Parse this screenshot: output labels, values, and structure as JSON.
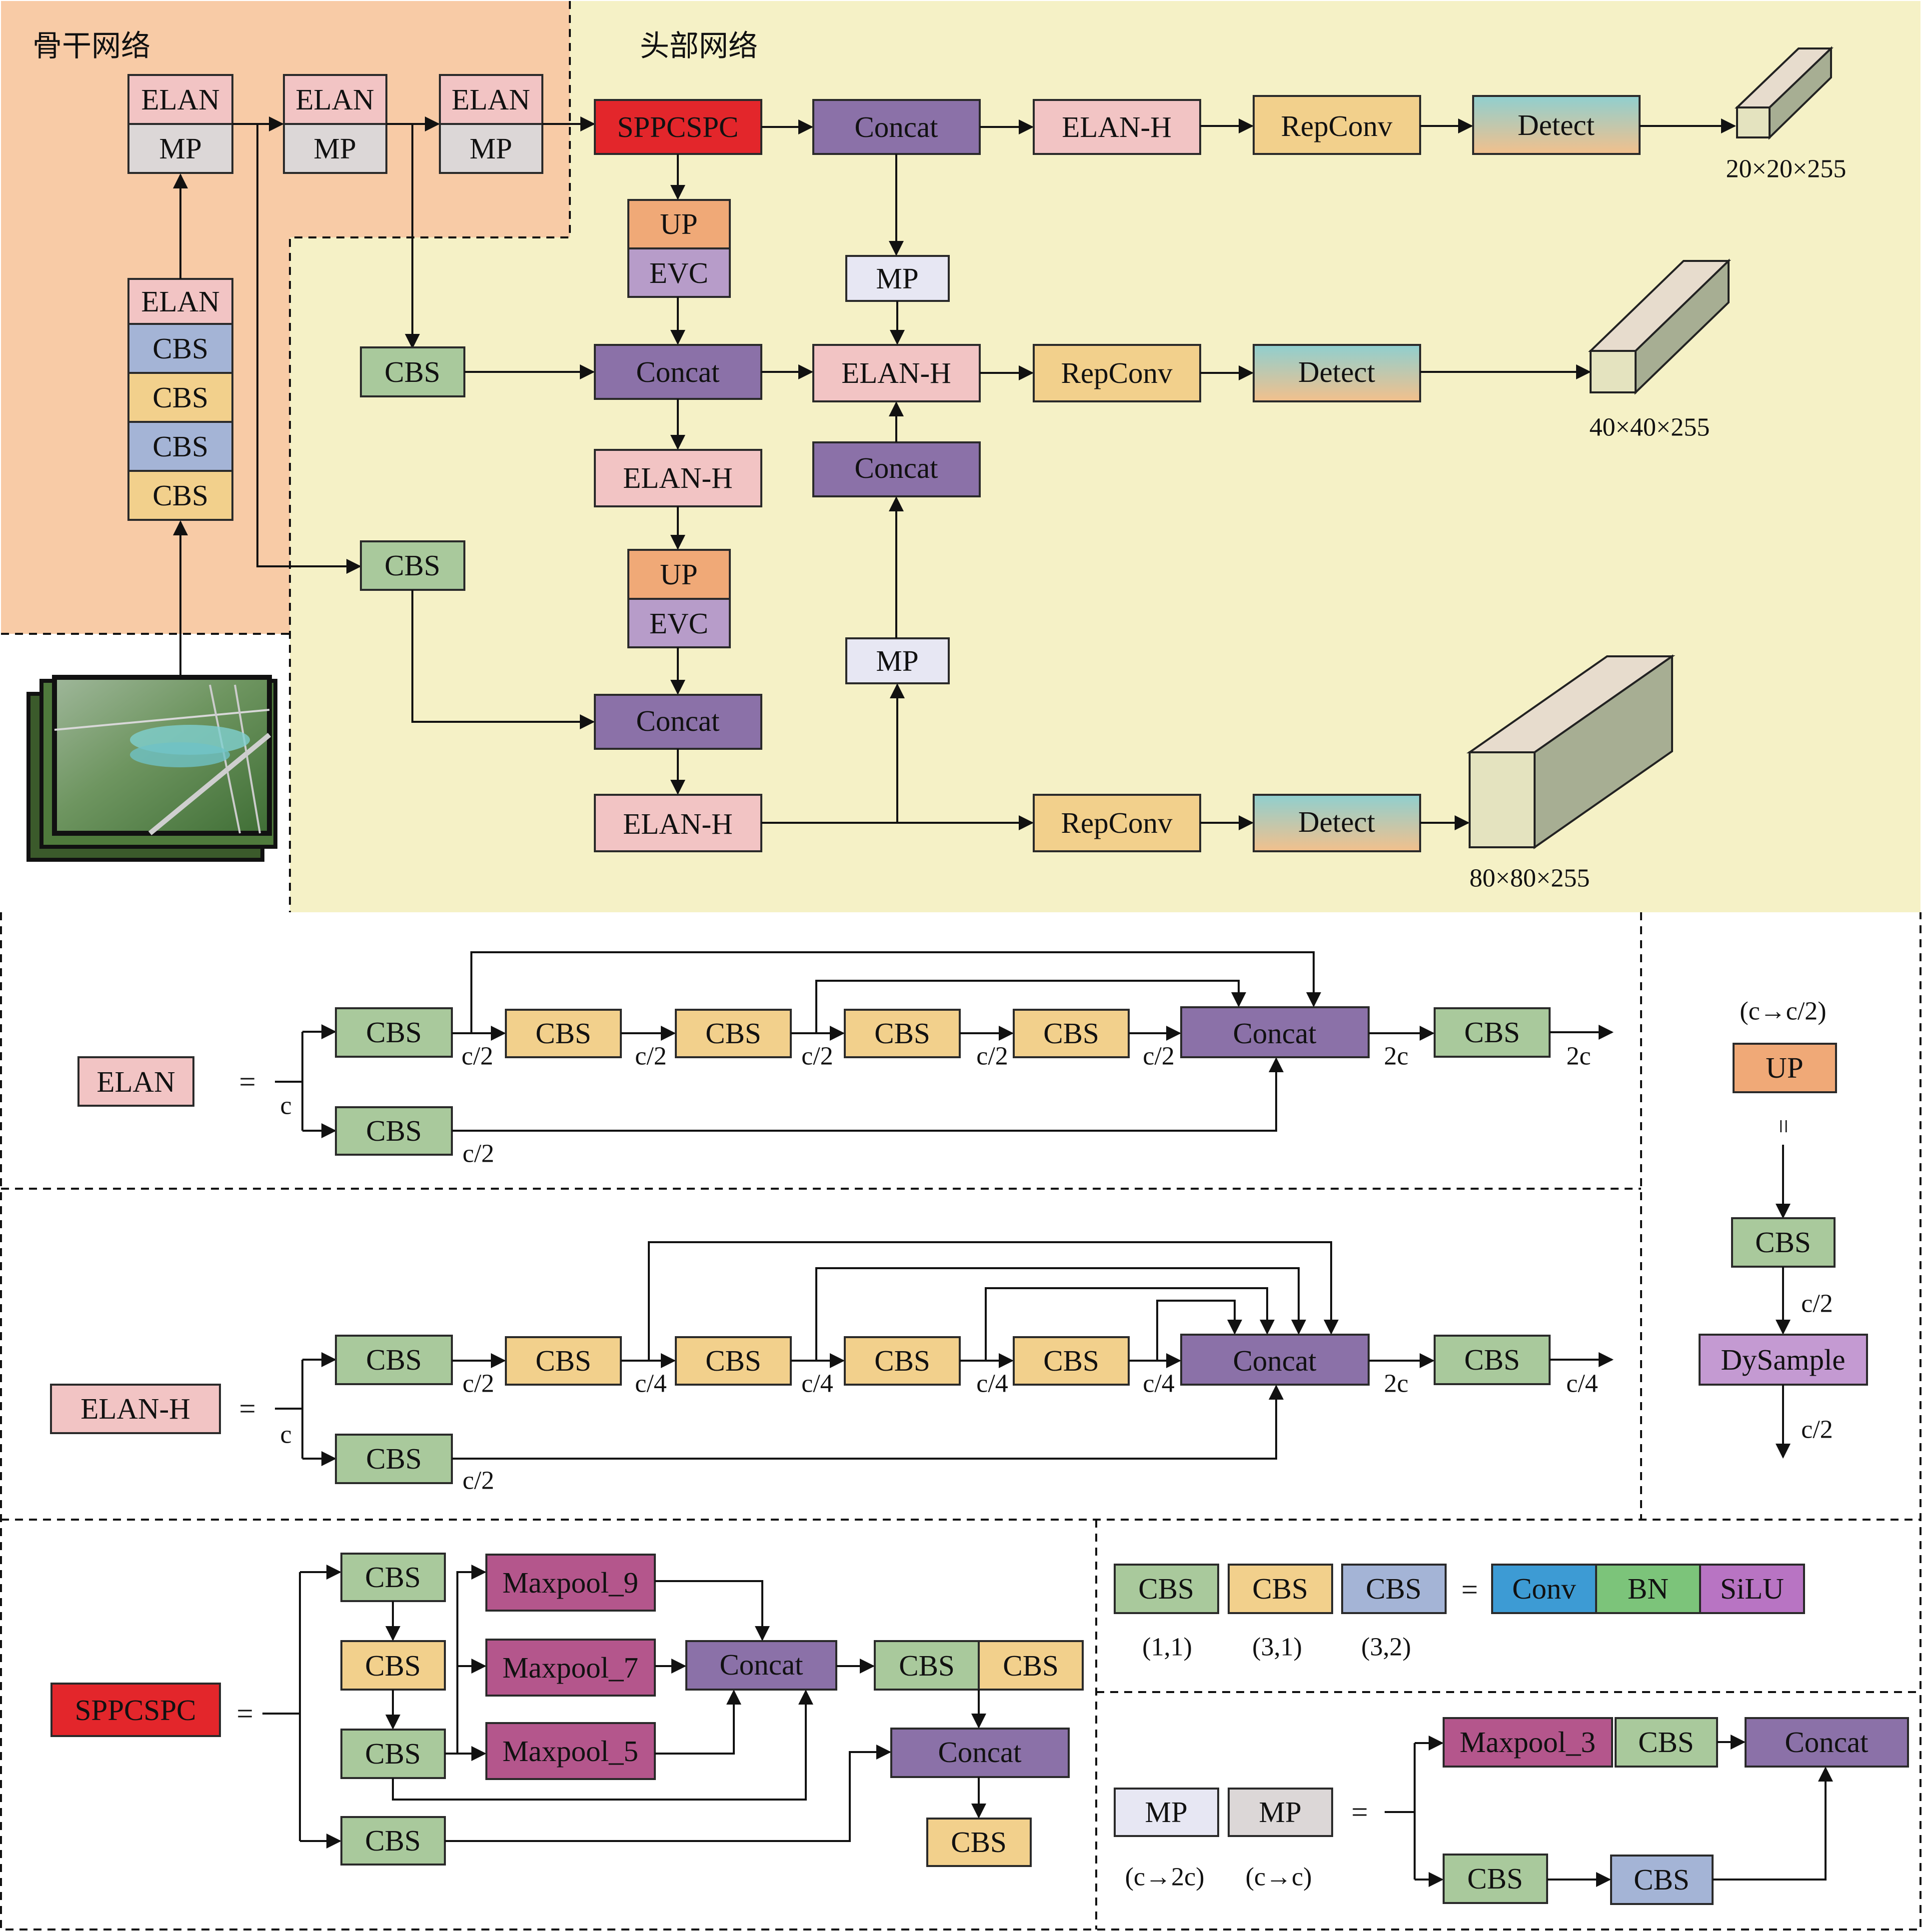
{
  "sections": {
    "backbone": "骨干网络",
    "head": "头部网络"
  },
  "backbone": {
    "elan": "ELAN",
    "mp": "MP",
    "cbs": "CBS"
  },
  "head": {
    "sppcspc": "SPPCSPC",
    "concat": "Concat",
    "elanh": "ELAN-H",
    "repconv": "RepConv",
    "detect": "Detect",
    "up": "UP",
    "evc": "EVC",
    "mp": "MP",
    "cbs": "CBS",
    "out_large": "20×20×255",
    "out_medium": "40×40×255",
    "out_small": "80×80×255"
  },
  "elan_def": {
    "name": "ELAN",
    "eq": "=",
    "c": "c",
    "cbs": "CBS",
    "concat": "Concat",
    "half": "c/2",
    "two_c": "2c"
  },
  "elanh_def": {
    "name": "ELAN-H",
    "eq": "=",
    "c": "c",
    "cbs": "CBS",
    "concat": "Concat",
    "half": "c/2",
    "quarter": "c/4",
    "two_c": "2c"
  },
  "up_def": {
    "cond": "(c→c/2)",
    "name": "UP",
    "eq": "=",
    "cbs": "CBS",
    "dysample": "DySample",
    "half": "c/2"
  },
  "spp_def": {
    "name": "SPPCSPC",
    "eq": "=",
    "cbs": "CBS",
    "mp9": "Maxpool_9",
    "mp7": "Maxpool_7",
    "mp5": "Maxpool_5",
    "concat": "Concat"
  },
  "cbs_def": {
    "cbs": "CBS",
    "eq": "=",
    "conv": "Conv",
    "bn": "BN",
    "silu": "SiLU",
    "k11": "(1,1)",
    "k31": "(3,1)",
    "k32": "(3,2)"
  },
  "mp_def": {
    "mp": "MP",
    "eq": "=",
    "c2c": "(c→2c)",
    "cc": "(c→c)",
    "maxpool3": "Maxpool_3",
    "cbs": "CBS",
    "concat": "Concat"
  },
  "colors": {
    "backbone_bg": "#f8cba6",
    "head_bg": "#f5f1c6",
    "elan": "#f2c4c4",
    "mp_gray": "#dcd7d7",
    "mp_light": "#e7e7f3",
    "cbs_green": "#a9c99c",
    "cbs_yellow": "#f2d08c",
    "cbs_blue": "#a4b4d6",
    "concat": "#8b71a8",
    "sppcspc": "#e3262b",
    "repconv": "#f2d08c",
    "up": "#f0a977",
    "evc": "#b79cc9",
    "dysample": "#c49ad2",
    "maxpool": "#b4568c",
    "conv": "#3d9bd4",
    "bn": "#7cc47a",
    "silu": "#b874c3",
    "detect_top": "#8fcfcf",
    "detect_bottom": "#f2c08c"
  },
  "icons": [
    "input-image-stack-icon",
    "feature-map-cube-icon"
  ]
}
